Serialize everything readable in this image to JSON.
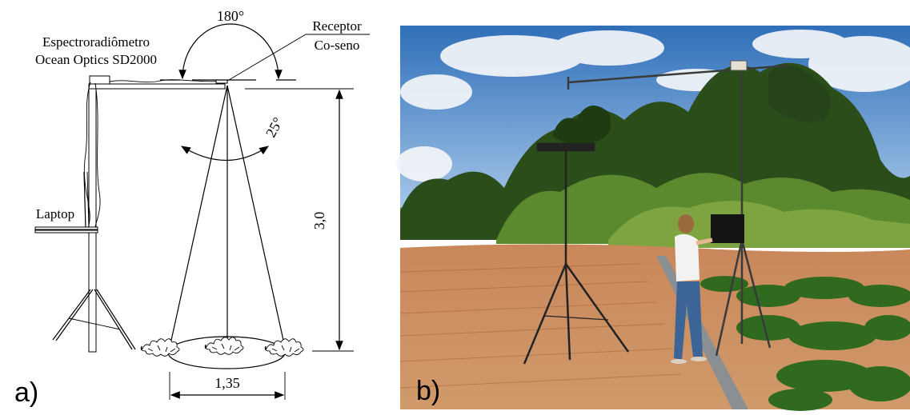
{
  "panel_a": {
    "label": "a)",
    "labels": {
      "spectro_line1": "Espectroradiômetro",
      "spectro_line2": "Ocean Optics SD2000",
      "receptor_line1": "Receptor",
      "receptor_line2": "Co-seno",
      "laptop": "Laptop",
      "angle_top": "180°",
      "angle_fov": "25°",
      "height": "3,0",
      "diameter": "1,35"
    }
  },
  "panel_b": {
    "label": "b)"
  },
  "colors": {
    "sky_top": "#2f6fb8",
    "sky_bottom": "#a9c9ec",
    "cloud": "#f4f6f9",
    "trees_dark": "#1e3a14",
    "trees_mid": "#3d6b24",
    "grass": "#6f9a3a",
    "soil": "#c98a58",
    "soil_dark": "#a8683c",
    "plant": "#2f6a1e"
  }
}
